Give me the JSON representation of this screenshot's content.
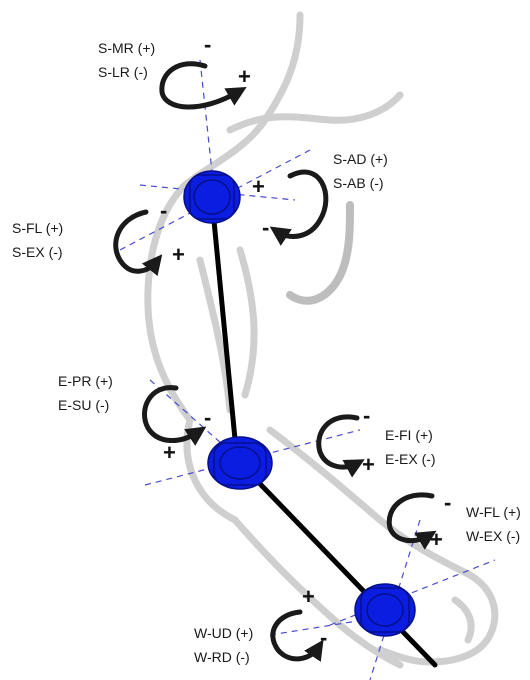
{
  "colors": {
    "joint": "#0a1de0",
    "joint_edge": "#06108a",
    "axis": "#4a4ad0",
    "arm_outline": "#cfcfcf",
    "link": "#000000"
  },
  "joints": [
    {
      "id": "shoulder",
      "labels": [
        {
          "line1": "S-MR (+)",
          "line2": "S-LR (-)"
        },
        {
          "line1": "S-AD (+)",
          "line2": "S-AB (-)"
        },
        {
          "line1": "S-FL (+)",
          "line2": "S-EX (-)"
        }
      ]
    },
    {
      "id": "elbow",
      "labels": [
        {
          "line1": "E-PR (+)",
          "line2": "E-SU (-)"
        },
        {
          "line1": "E-FI (+)",
          "line2": "E-EX (-)"
        }
      ]
    },
    {
      "id": "wrist",
      "labels": [
        {
          "line1": "W-FL (+)",
          "line2": "W-EX (-)"
        },
        {
          "line1": "W-UD (+)",
          "line2": "W-RD (-)"
        }
      ]
    }
  ],
  "signs": {
    "plus": "+",
    "minus": "-"
  }
}
